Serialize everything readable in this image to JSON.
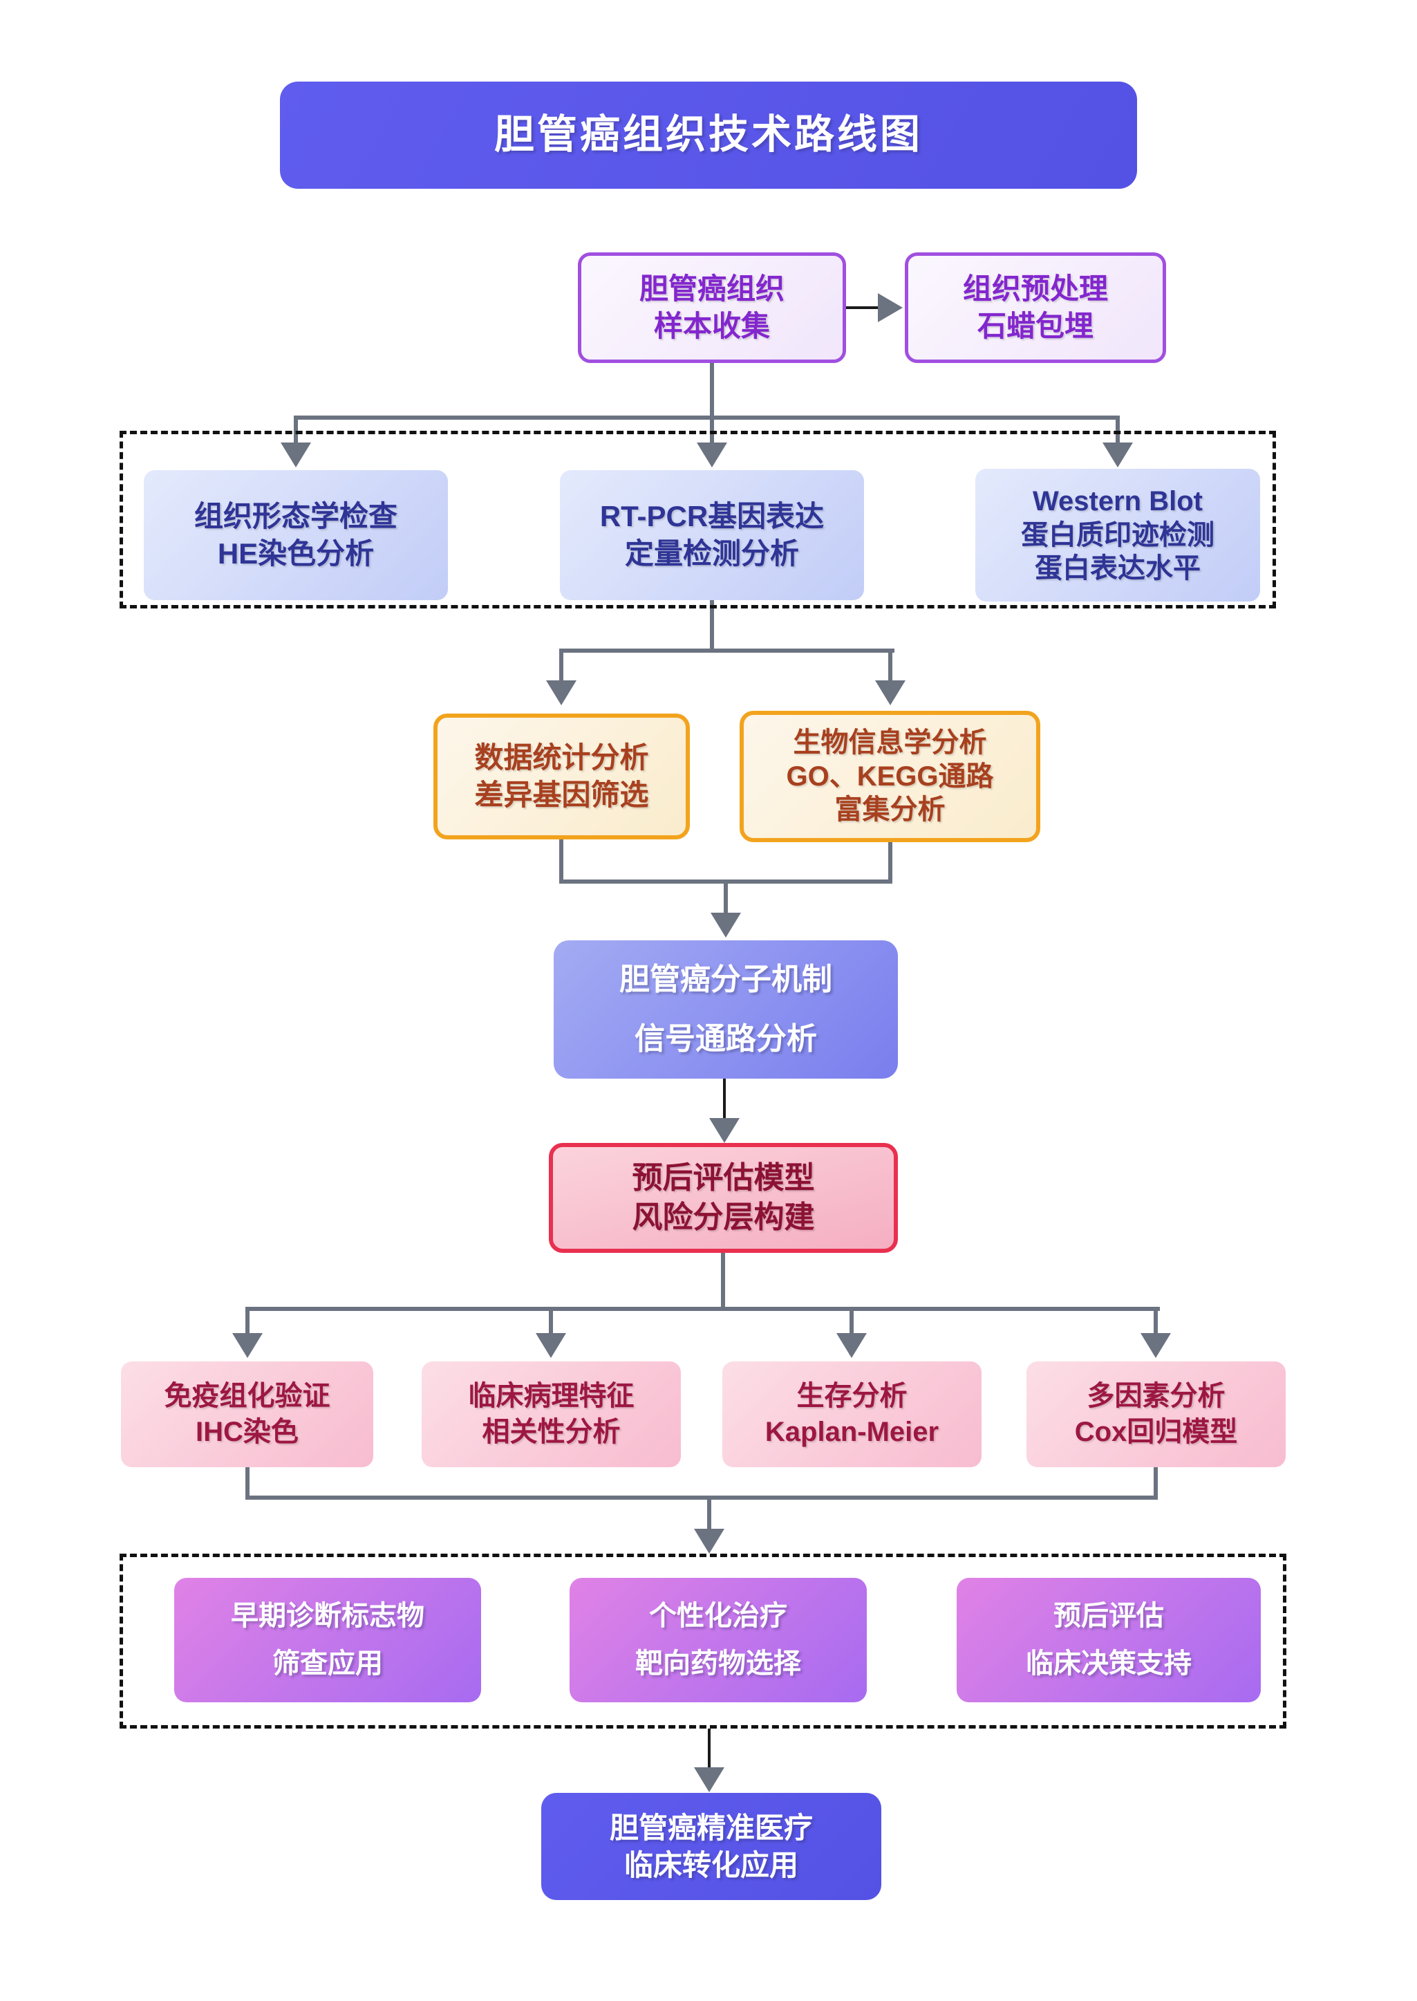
{
  "title": {
    "text": "胆管癌组织技术路线图"
  },
  "nodes": {
    "sample": {
      "lines": [
        "胆管癌组织",
        "样本收集"
      ]
    },
    "preprocess": {
      "lines": [
        "组织预处理",
        "石蜡包埋"
      ]
    },
    "he": {
      "lines": [
        "组织形态学检查",
        "HE染色分析"
      ]
    },
    "rtpcr": {
      "lines": [
        "RT-PCR基因表达",
        "定量检测分析"
      ]
    },
    "wb": {
      "lines": [
        "Western Blot",
        "蛋白质印迹检测",
        "蛋白表达水平"
      ]
    },
    "stats": {
      "lines": [
        "数据统计分析",
        "差异基因筛选"
      ]
    },
    "bioinfo": {
      "lines": [
        "生物信息学分析",
        "GO、KEGG通路",
        "富集分析"
      ]
    },
    "mechanism": {
      "lines": [
        "胆管癌分子机制",
        "信号通路分析"
      ]
    },
    "prognosis": {
      "lines": [
        "预后评估模型",
        "风险分层构建"
      ]
    },
    "ihc": {
      "lines": [
        "免疫组化验证",
        "IHC染色"
      ]
    },
    "clinical": {
      "lines": [
        "临床病理特征",
        "相关性分析"
      ]
    },
    "survival": {
      "lines": [
        "生存分析",
        "Kaplan-Meier"
      ]
    },
    "cox": {
      "lines": [
        "多因素分析",
        "Cox回归模型"
      ]
    },
    "marker": {
      "lines": [
        "早期诊断标志物",
        "筛查应用"
      ]
    },
    "therapy": {
      "lines": [
        "个性化治疗",
        "靶向药物选择"
      ]
    },
    "evaluation": {
      "lines": [
        "预后评估",
        "临床决策支持"
      ]
    },
    "final": {
      "lines": [
        "胆管癌精准医疗",
        "临床转化应用"
      ]
    }
  },
  "colors": {
    "indigo_a": "#5f5cee",
    "indigo_b": "#5452e4",
    "purple_border": "#a04fe0",
    "purple_fill_a": "#fbf7fe",
    "purple_fill_b": "#f1e6fb",
    "purple_text": "#8326ce",
    "blue_fill_a": "#e4eafc",
    "blue_fill_b": "#c2cdf7",
    "blue_text": "#2f3496",
    "orange_border": "#f2a31e",
    "orange_fill_a": "#fdf6ea",
    "orange_fill_b": "#faeccd",
    "orange_text": "#a8401f",
    "mech_a": "#a3abf3",
    "mech_b": "#7a7eee",
    "red_border": "#e9304f",
    "red_fill_a": "#fbd3dc",
    "red_fill_b": "#f5afc2",
    "red_text": "#8c1234",
    "pink_fill_a": "#fcdee6",
    "pink_fill_b": "#f8bcd0",
    "pink_text": "#9d1743",
    "violet_a": "#e082e6",
    "violet_b": "#a76bf0",
    "line_gray": "#6b7280",
    "line_black": "#1a1a1a",
    "dash_color": "#111111"
  }
}
